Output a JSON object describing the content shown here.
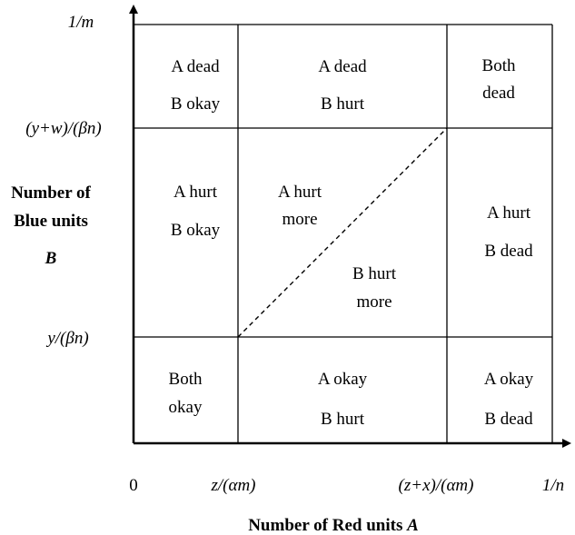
{
  "x_axis": {
    "title_prefix": "Number of Red units",
    "title_var": "A",
    "tick_origin": "0",
    "tick_1": "z/(αm)",
    "tick_2": "(z+x)/(αm)",
    "tick_end": "1/n"
  },
  "y_axis": {
    "title_line1": "Number of",
    "title_line2": "Blue units",
    "title_var": "B",
    "tick_1": "y/(βn)",
    "tick_2": "(y+w)/(βn)",
    "tick_end": "1/m"
  },
  "cells": {
    "top_left": [
      "A dead",
      "B okay"
    ],
    "top_middle": [
      "A dead",
      "B hurt"
    ],
    "top_right": [
      "Both",
      "dead"
    ],
    "middle_left": [
      "A hurt",
      "B okay"
    ],
    "middle_center_upper": [
      "A hurt",
      "more"
    ],
    "middle_center_lower": [
      "B hurt",
      "more"
    ],
    "middle_right": [
      "A hurt",
      "B dead"
    ],
    "bottom_left": [
      "Both",
      "okay"
    ],
    "bottom_middle": [
      "A okay",
      "B hurt"
    ],
    "bottom_right": [
      "A okay",
      "B dead"
    ]
  }
}
